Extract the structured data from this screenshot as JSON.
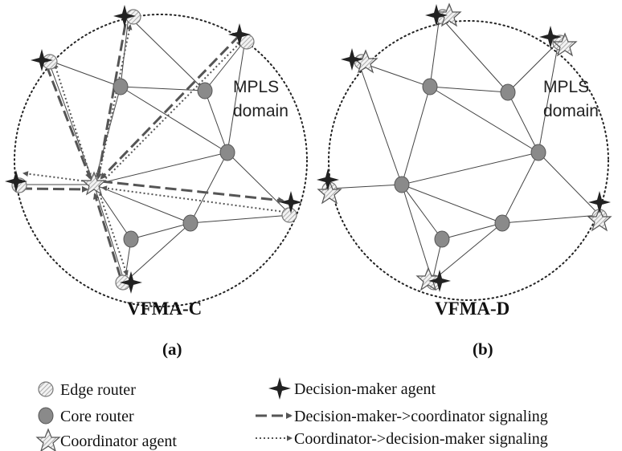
{
  "panels": [
    {
      "id": "a",
      "domain_label": [
        "MPLS",
        "domain"
      ],
      "scheme_label": "VFMA-C",
      "panel_label": "(a)"
    },
    {
      "id": "b",
      "domain_label": [
        "MPLS",
        "domain"
      ],
      "scheme_label": "VFMA-D",
      "panel_label": "(b)"
    }
  ],
  "legend": {
    "edge_router": "Edge router",
    "core_router": "Core router",
    "coordinator_agent": "Coordinator agent",
    "decision_maker_agent": "Decision-maker agent",
    "dm_to_coord": "Decision-maker->coordinator signaling",
    "coord_to_dm": "Coordinator->decision-maker signaling"
  },
  "colors": {
    "core_router": "#8a8a8a",
    "agent_star": "#222222",
    "arrow": "#555555"
  }
}
